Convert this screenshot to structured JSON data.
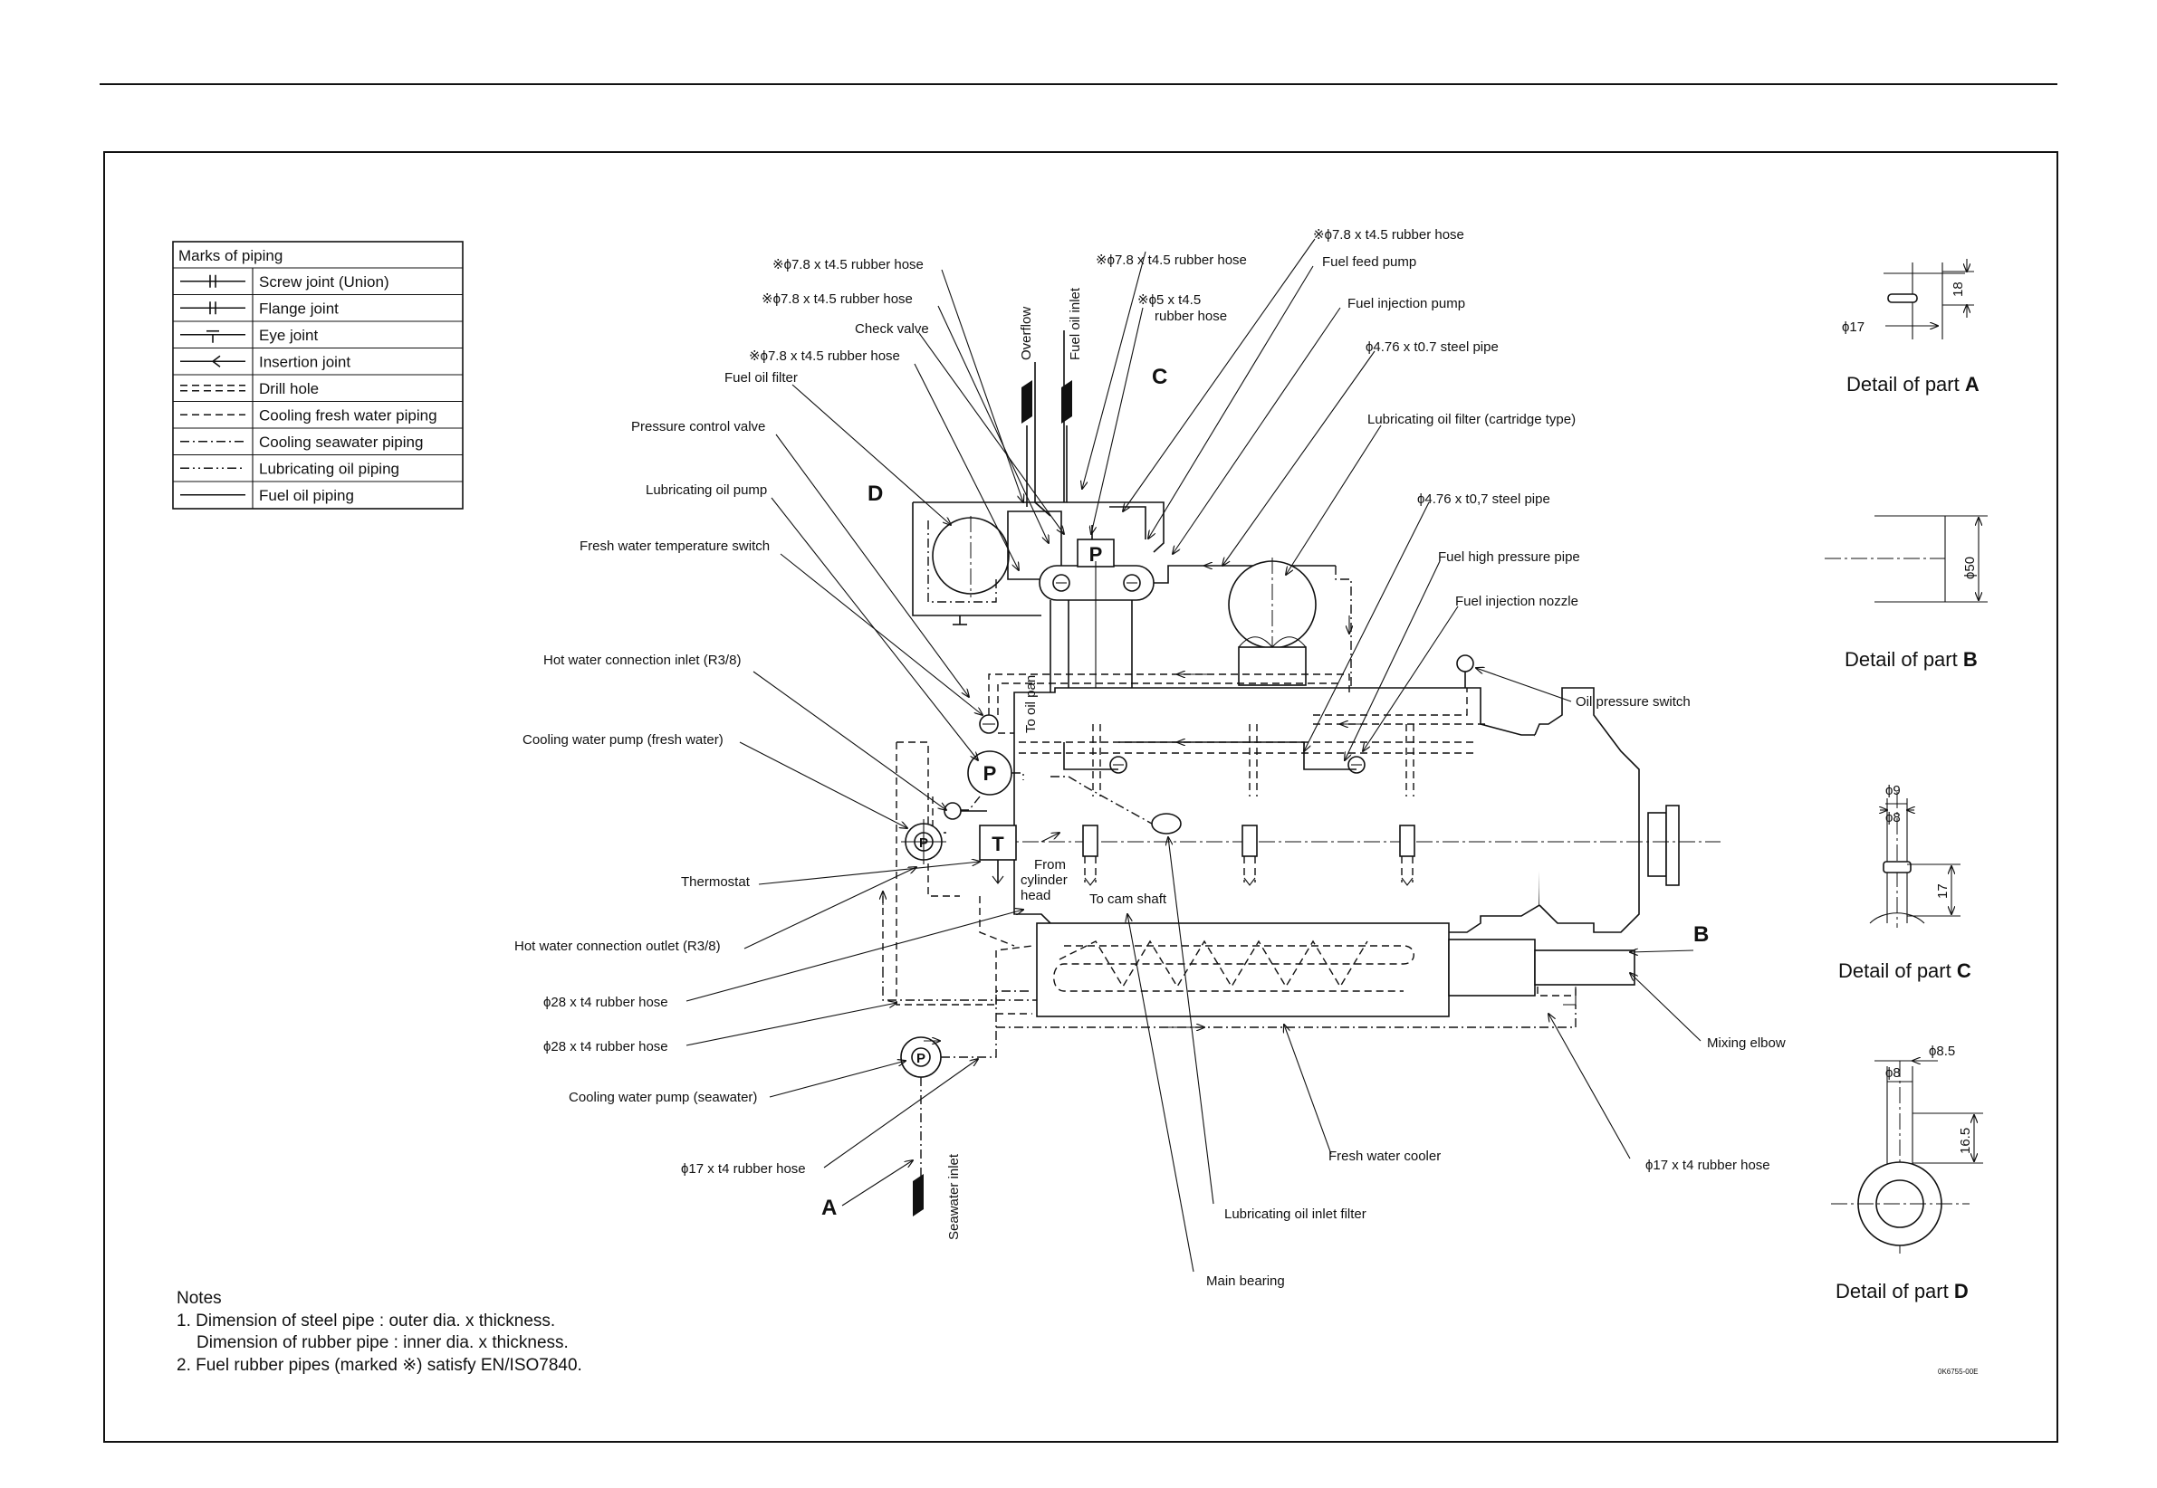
{
  "legend": {
    "title": "Marks of piping",
    "items": [
      {
        "symbol": "screw-joint",
        "label": "Screw joint (Union)"
      },
      {
        "symbol": "flange-joint",
        "label": "Flange joint"
      },
      {
        "symbol": "eye-joint",
        "label": "Eye joint"
      },
      {
        "symbol": "insertion-joint",
        "label": "Insertion joint"
      },
      {
        "symbol": "drill-hole",
        "label": "Drill hole"
      },
      {
        "symbol": "fresh-water",
        "label": "Cooling fresh water piping"
      },
      {
        "symbol": "seawater",
        "label": "Cooling seawater piping"
      },
      {
        "symbol": "lube-oil",
        "label": "Lubricating oil piping"
      },
      {
        "symbol": "fuel-oil",
        "label": "Fuel oil piping"
      }
    ]
  },
  "labels": {
    "hose_78_a": "※ϕ7.8 x t4.5 rubber hose",
    "hose_78_b": "※ϕ7.8 x t4.5 rubber hose",
    "hose_78_c": "※ϕ7.8 x t4.5 rubber hose",
    "hose_78_d": "※ϕ7.8 x t4.5 rubber hose",
    "hose_78_e": "※ϕ7.8 x t4.5 rubber hose",
    "hose_5_line1": "※ϕ5 x t4.5",
    "hose_5_line2": "rubber hose",
    "check_valve": "Check valve",
    "fuel_oil_filter": "Fuel oil filter",
    "pressure_control_valve": "Pressure control valve",
    "lube_oil_pump": "Lubricating oil pump",
    "fw_temp_switch": "Fresh water temperature switch",
    "hot_water_inlet": "Hot water connection inlet (R3/8)",
    "cooling_pump_fresh": "Cooling water pump (fresh water)",
    "thermostat": "Thermostat",
    "hot_water_outlet": "Hot water connection  outlet (R3/8)",
    "hose_28_a": "ϕ28 x t4 rubber hose",
    "hose_28_b": "ϕ28 x t4 rubber hose",
    "cooling_pump_sea": "Cooling water pump (seawater)",
    "hose_17_a": "ϕ17 x t4 rubber hose",
    "hose_17_b": "ϕ17 x t4 rubber hose",
    "fuel_feed_pump": "Fuel feed pump",
    "fuel_injection_pump": "Fuel injection pump",
    "steel_pipe_a": "ϕ4.76 x t0.7 steel pipe",
    "lube_filter": "Lubricating oil filter (cartridge type)",
    "steel_pipe_b": "ϕ4.76 x t0,7 steel pipe",
    "fuel_hp_pipe": "Fuel high pressure pipe",
    "fuel_inj_nozzle": "Fuel injection nozzle",
    "oil_pressure_switch": "Oil pressure switch",
    "mixing_elbow": "Mixing elbow",
    "fresh_water_cooler": "Fresh water cooler",
    "lube_inlet_filter": "Lubricating oil inlet filter",
    "main_bearing": "Main bearing",
    "to_cam_shaft": "To cam shaft",
    "from_cyl_1": "From",
    "from_cyl_2": "cylinder",
    "from_cyl_3": "head",
    "to_oil_pan": "To oil pan",
    "overflow": "Overflow",
    "fuel_oil_inlet": "Fuel oil inlet",
    "seawater_inlet": "Seawater inlet",
    "pump_p": "P",
    "thermo_t": "T",
    "letter_a": "A",
    "letter_b": "B",
    "letter_c": "C",
    "letter_d": "D"
  },
  "details": {
    "a": {
      "title_prefix": "Detail of part ",
      "letter": "A",
      "dim1": "ϕ17",
      "dim2": "18"
    },
    "b": {
      "title_prefix": "Detail of part ",
      "letter": "B",
      "dim1": "ϕ50"
    },
    "c": {
      "title_prefix": "Detail of part ",
      "letter": "C",
      "dim1": "ϕ9",
      "dim2": "ϕ8",
      "dim3": "17"
    },
    "d": {
      "title_prefix": "Detail of part ",
      "letter": "D",
      "dim1": "ϕ8.5",
      "dim2": "ϕ8",
      "dim3": "16.5"
    }
  },
  "notes": {
    "title": "Notes",
    "line1": "1. Dimension of steel pipe : outer dia. x thickness.",
    "line2": "Dimension of  rubber pipe : inner dia. x thickness.",
    "line3": "2. Fuel rubber pipes (marked ※) satisfy EN/ISO7840."
  },
  "drawing_code": "0K6755-00E"
}
